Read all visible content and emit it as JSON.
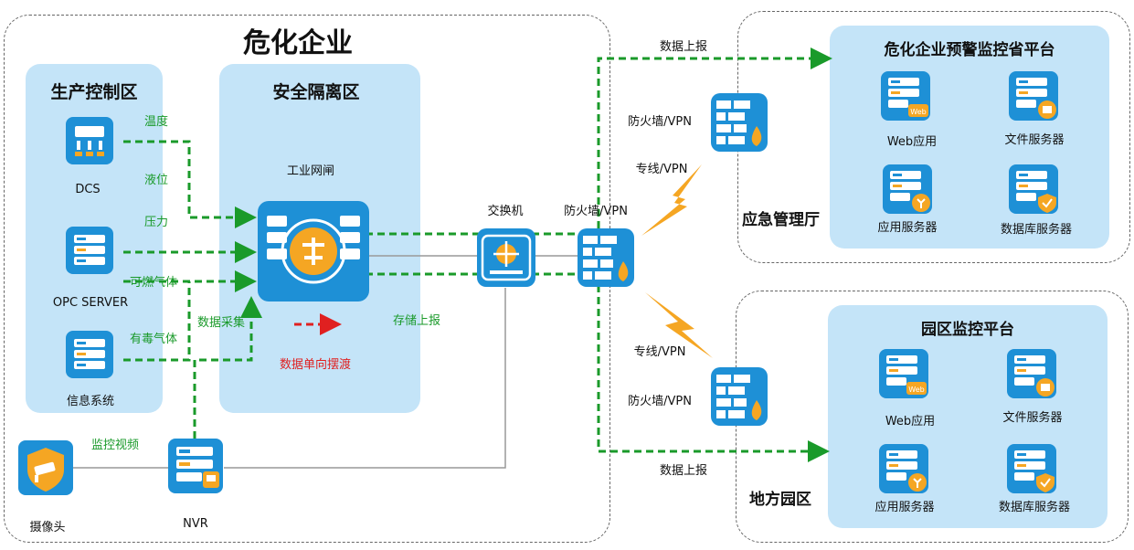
{
  "enterprise": {
    "title": "危化企业"
  },
  "production_zone": {
    "title": "生产控制区",
    "devices": {
      "dcs": "DCS",
      "opc": "OPC SERVER",
      "info": "信息系统"
    }
  },
  "security_zone": {
    "title": "安全隔离区",
    "gateway_label": "工业网闸",
    "red_arrow_label": "数据单向摆渡"
  },
  "signals": {
    "temperature": "温度",
    "level": "液位",
    "pressure": "压力",
    "combustible_gas": "可燃气体",
    "toxic_gas": "有毒气体",
    "data_collection": "数据采集",
    "store_report": "存储上报",
    "monitoring_video": "监控视频",
    "data_report_top": "数据上报",
    "data_report_bottom": "数据上报"
  },
  "network": {
    "switch": "交换机",
    "firewall_main": "防火墙/VPN",
    "firewall_top": "防火墙/VPN",
    "firewall_bottom": "防火墙/VPN",
    "line_top": "专线/VPN",
    "line_bottom": "专线/VPN"
  },
  "camera": {
    "label": "摄像头"
  },
  "nvr": {
    "label": "NVR"
  },
  "emergency": {
    "title": "应急管理厅",
    "platform_title": "危化企业预警监控省平台",
    "servers": {
      "web": "Web应用",
      "file": "文件服务器",
      "app": "应用服务器",
      "db": "数据库服务器"
    }
  },
  "park": {
    "title": "地方园区",
    "platform_title": "园区监控平台",
    "servers": {
      "web": "Web应用",
      "file": "文件服务器",
      "app": "应用服务器",
      "db": "数据库服务器"
    }
  },
  "colors": {
    "icon_blue": "#1e90d6",
    "zone_blue": "#c4e4f8",
    "green": "#1a9a2a",
    "orange": "#f5a623",
    "red": "#e02020"
  }
}
